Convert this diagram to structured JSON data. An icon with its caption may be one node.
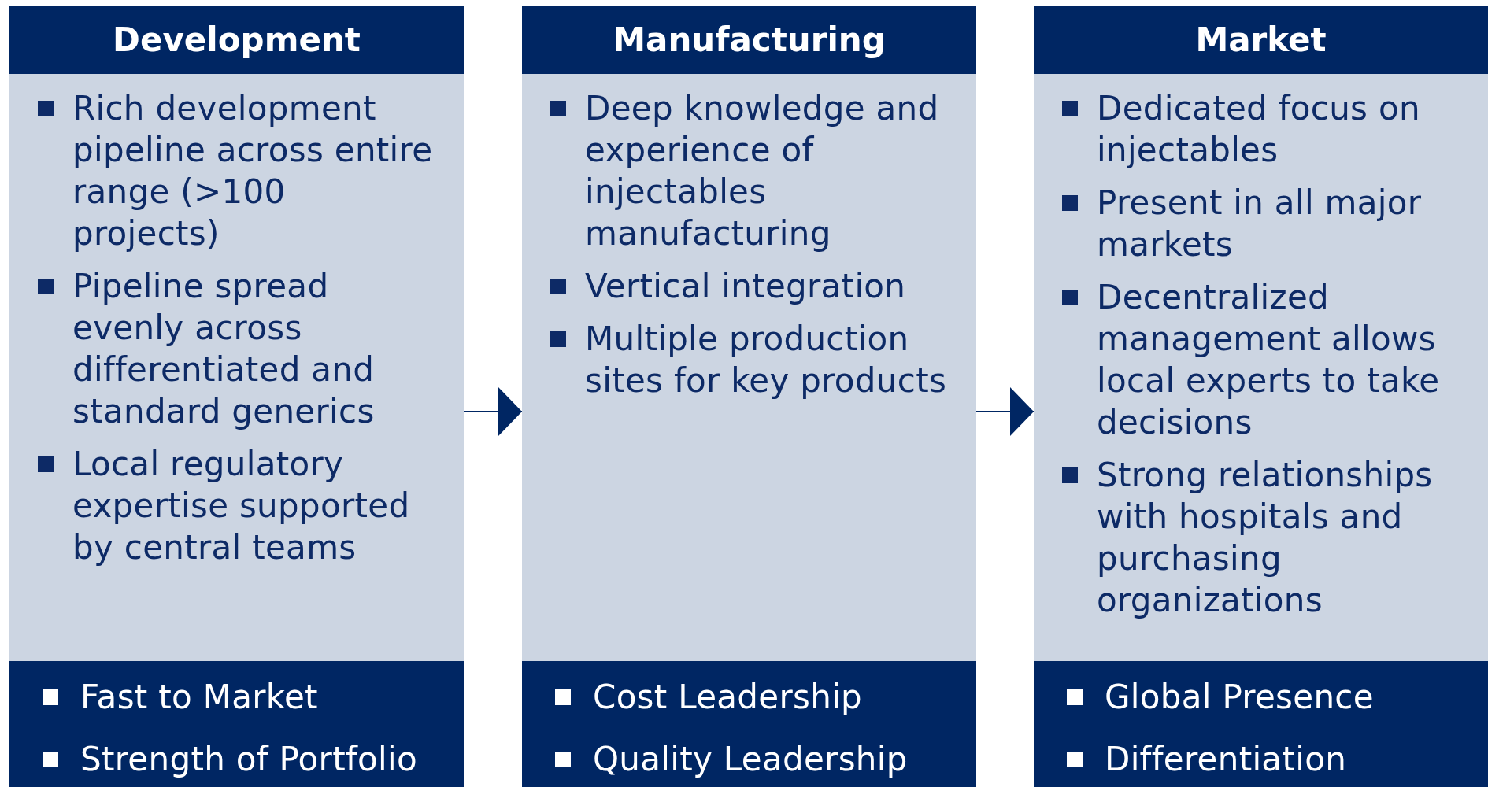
{
  "diagram": {
    "nodes": [
      {
        "text": [
          "Development"
        ]
      },
      {
        "text": [
          "Rich development pipeline across entire range (>100 projects)",
          "Pipeline spread evenly across differentiated and standard generics",
          "Local regulatory expertise supported by central teams"
        ]
      },
      {
        "text": [
          "Fast to Market",
          "Strength of Portfolio"
        ]
      },
      {
        "text": [
          "Manufacturing"
        ]
      },
      {
        "text": [
          "Deep knowledge and experience of injectables manufacturing",
          "Vertical integration",
          "Multiple production sites for key products"
        ]
      },
      {
        "text": [
          "Cost Leadership",
          "Quality Leadership"
        ]
      },
      {
        "text": [
          "Market"
        ]
      },
      {
        "text": [
          "Dedicated focus on injectables",
          "Present in all major markets",
          "Decentralized management allows local experts to take decisions",
          "Strong relationships with hospitals and purchasing organizations"
        ]
      },
      {
        "text": [
          "Global Presence",
          "Differentiation"
        ]
      }
    ],
    "edges": [
      {
        "from": 1,
        "to": 4,
        "arrow": "to"
      },
      {
        "from": 4,
        "to": 7,
        "arrow": "to"
      }
    ]
  }
}
